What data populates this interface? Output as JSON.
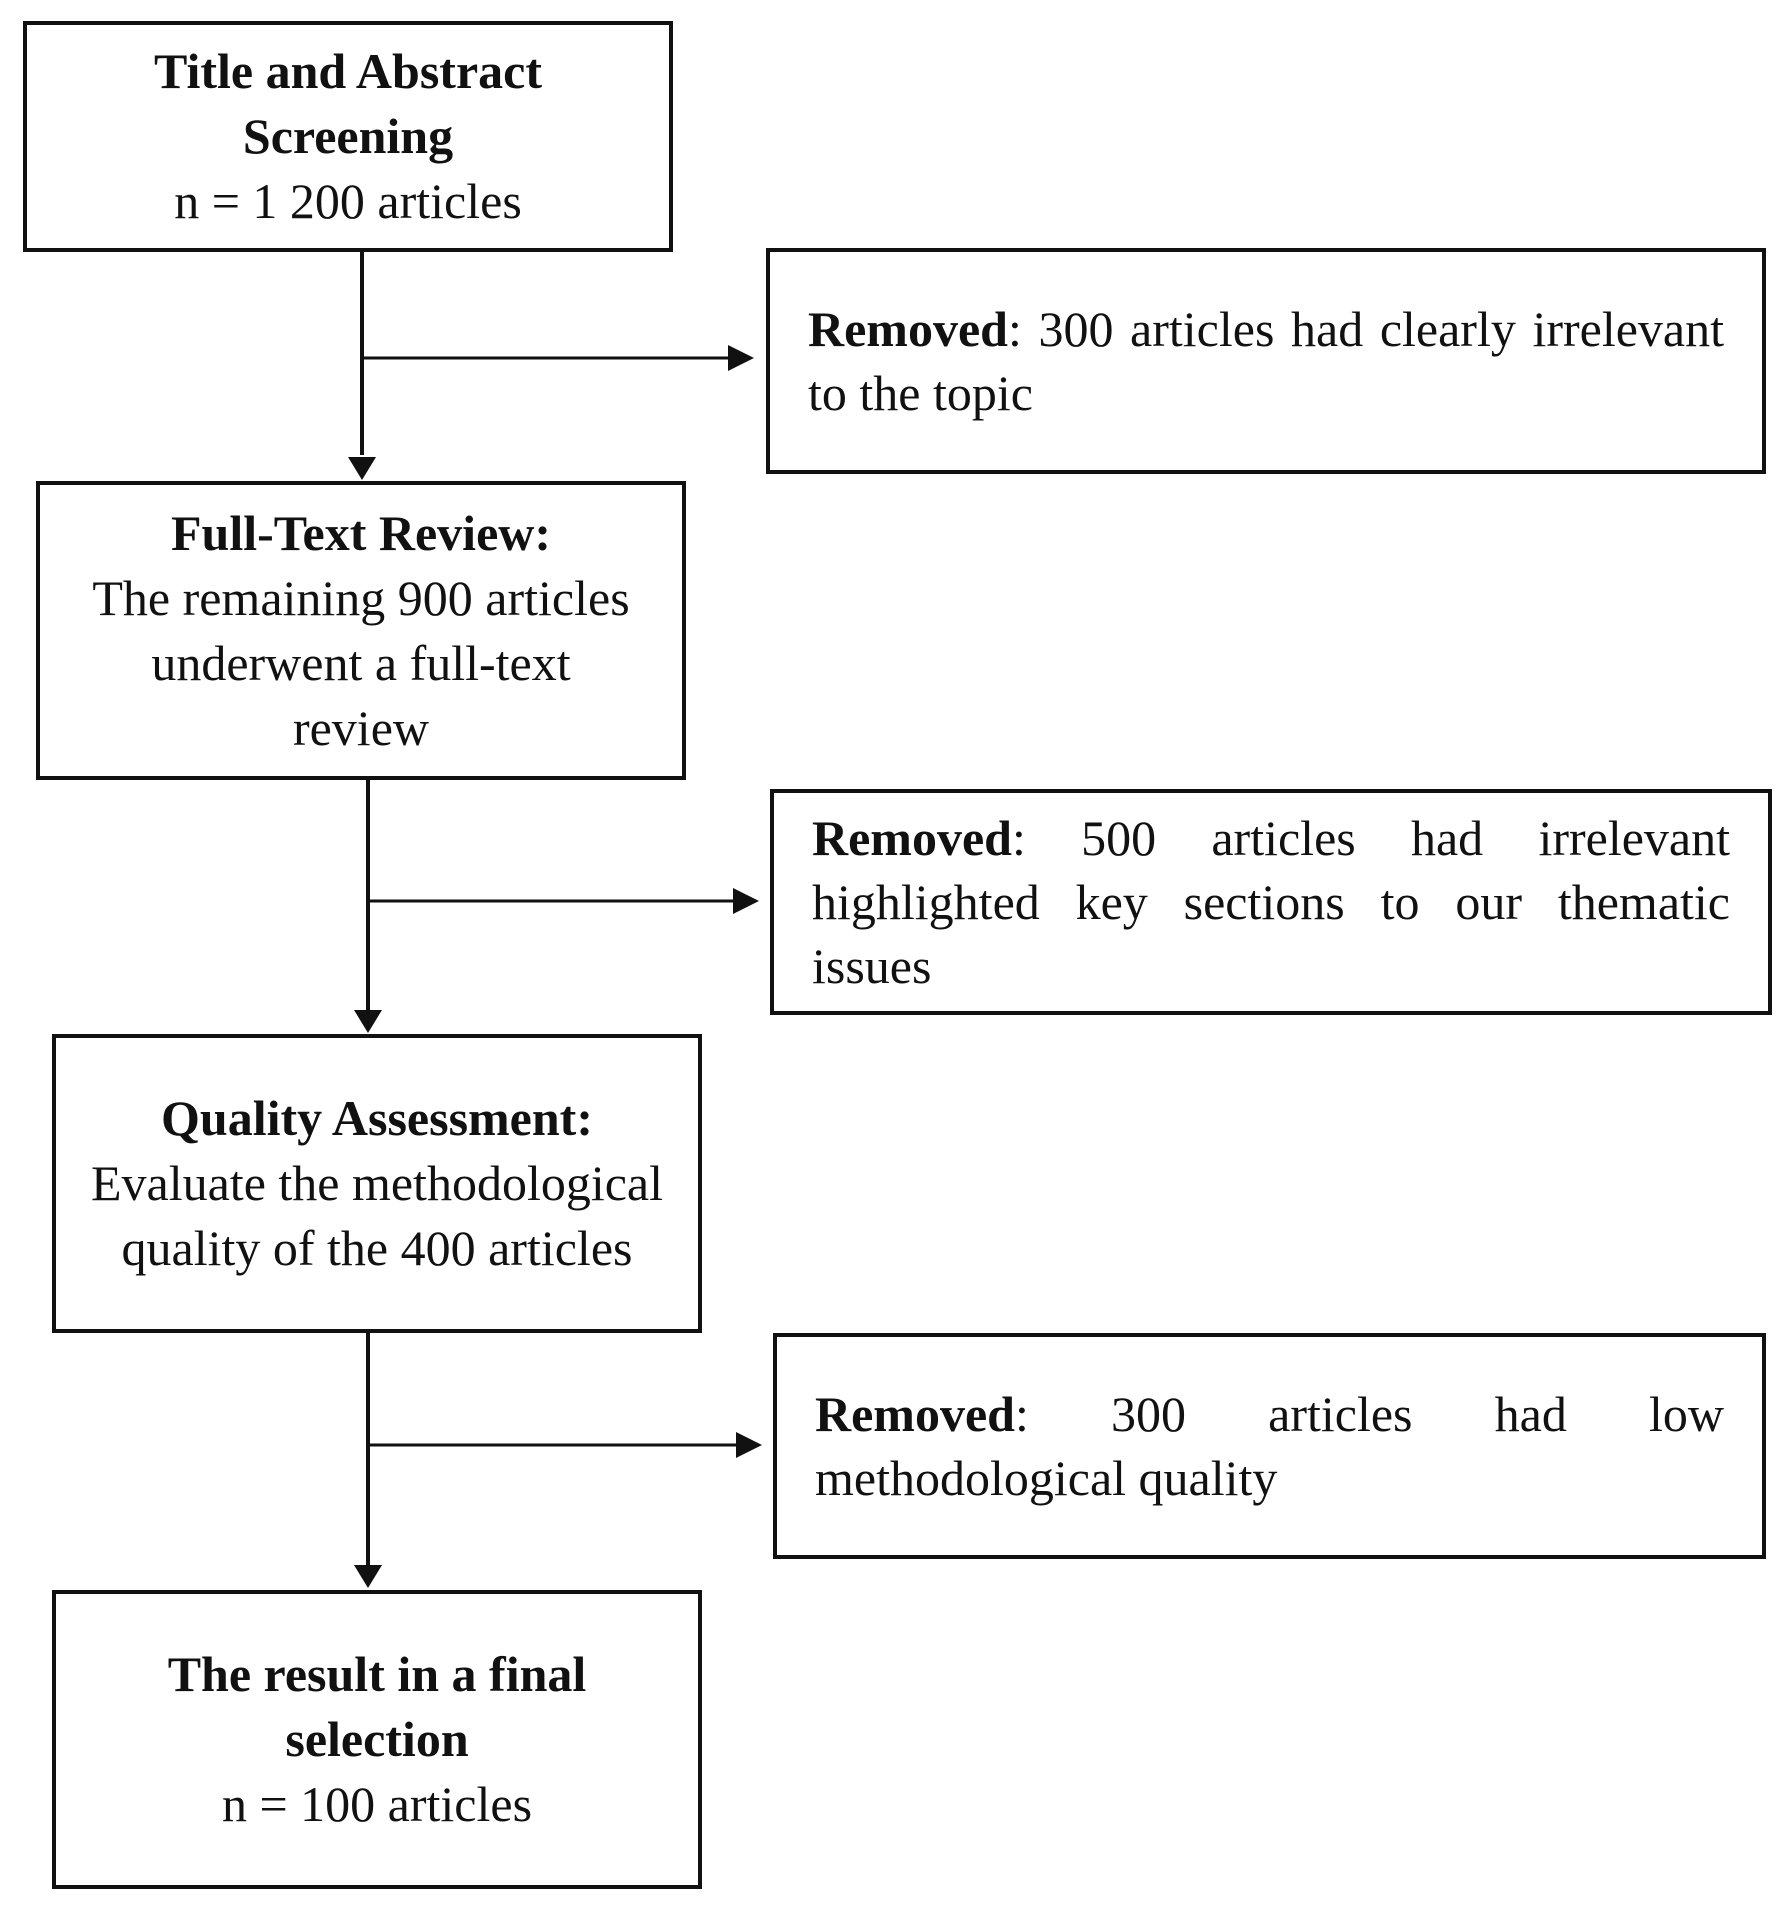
{
  "stages": [
    {
      "title": "Title and Abstract Screening",
      "detail": "n = 1 200 articles"
    },
    {
      "title": "Full-Text Review:",
      "detail": "The remaining 900 articles underwent a full-text review"
    },
    {
      "title": "Quality Assessment:",
      "detail": "Evaluate the methodological quality of the 400 articles"
    },
    {
      "title": "The result in a final selection",
      "detail": "n = 100 articles"
    }
  ],
  "removals": [
    {
      "label": "Removed",
      "text": ": 300 articles had clearly irrelevant to the topic"
    },
    {
      "label": "Removed",
      "text": ": 500 articles had irrelevant highlighted key sections to our thematic issues"
    },
    {
      "label": "Removed",
      "text": ": 300 articles had low methodological quality"
    }
  ]
}
